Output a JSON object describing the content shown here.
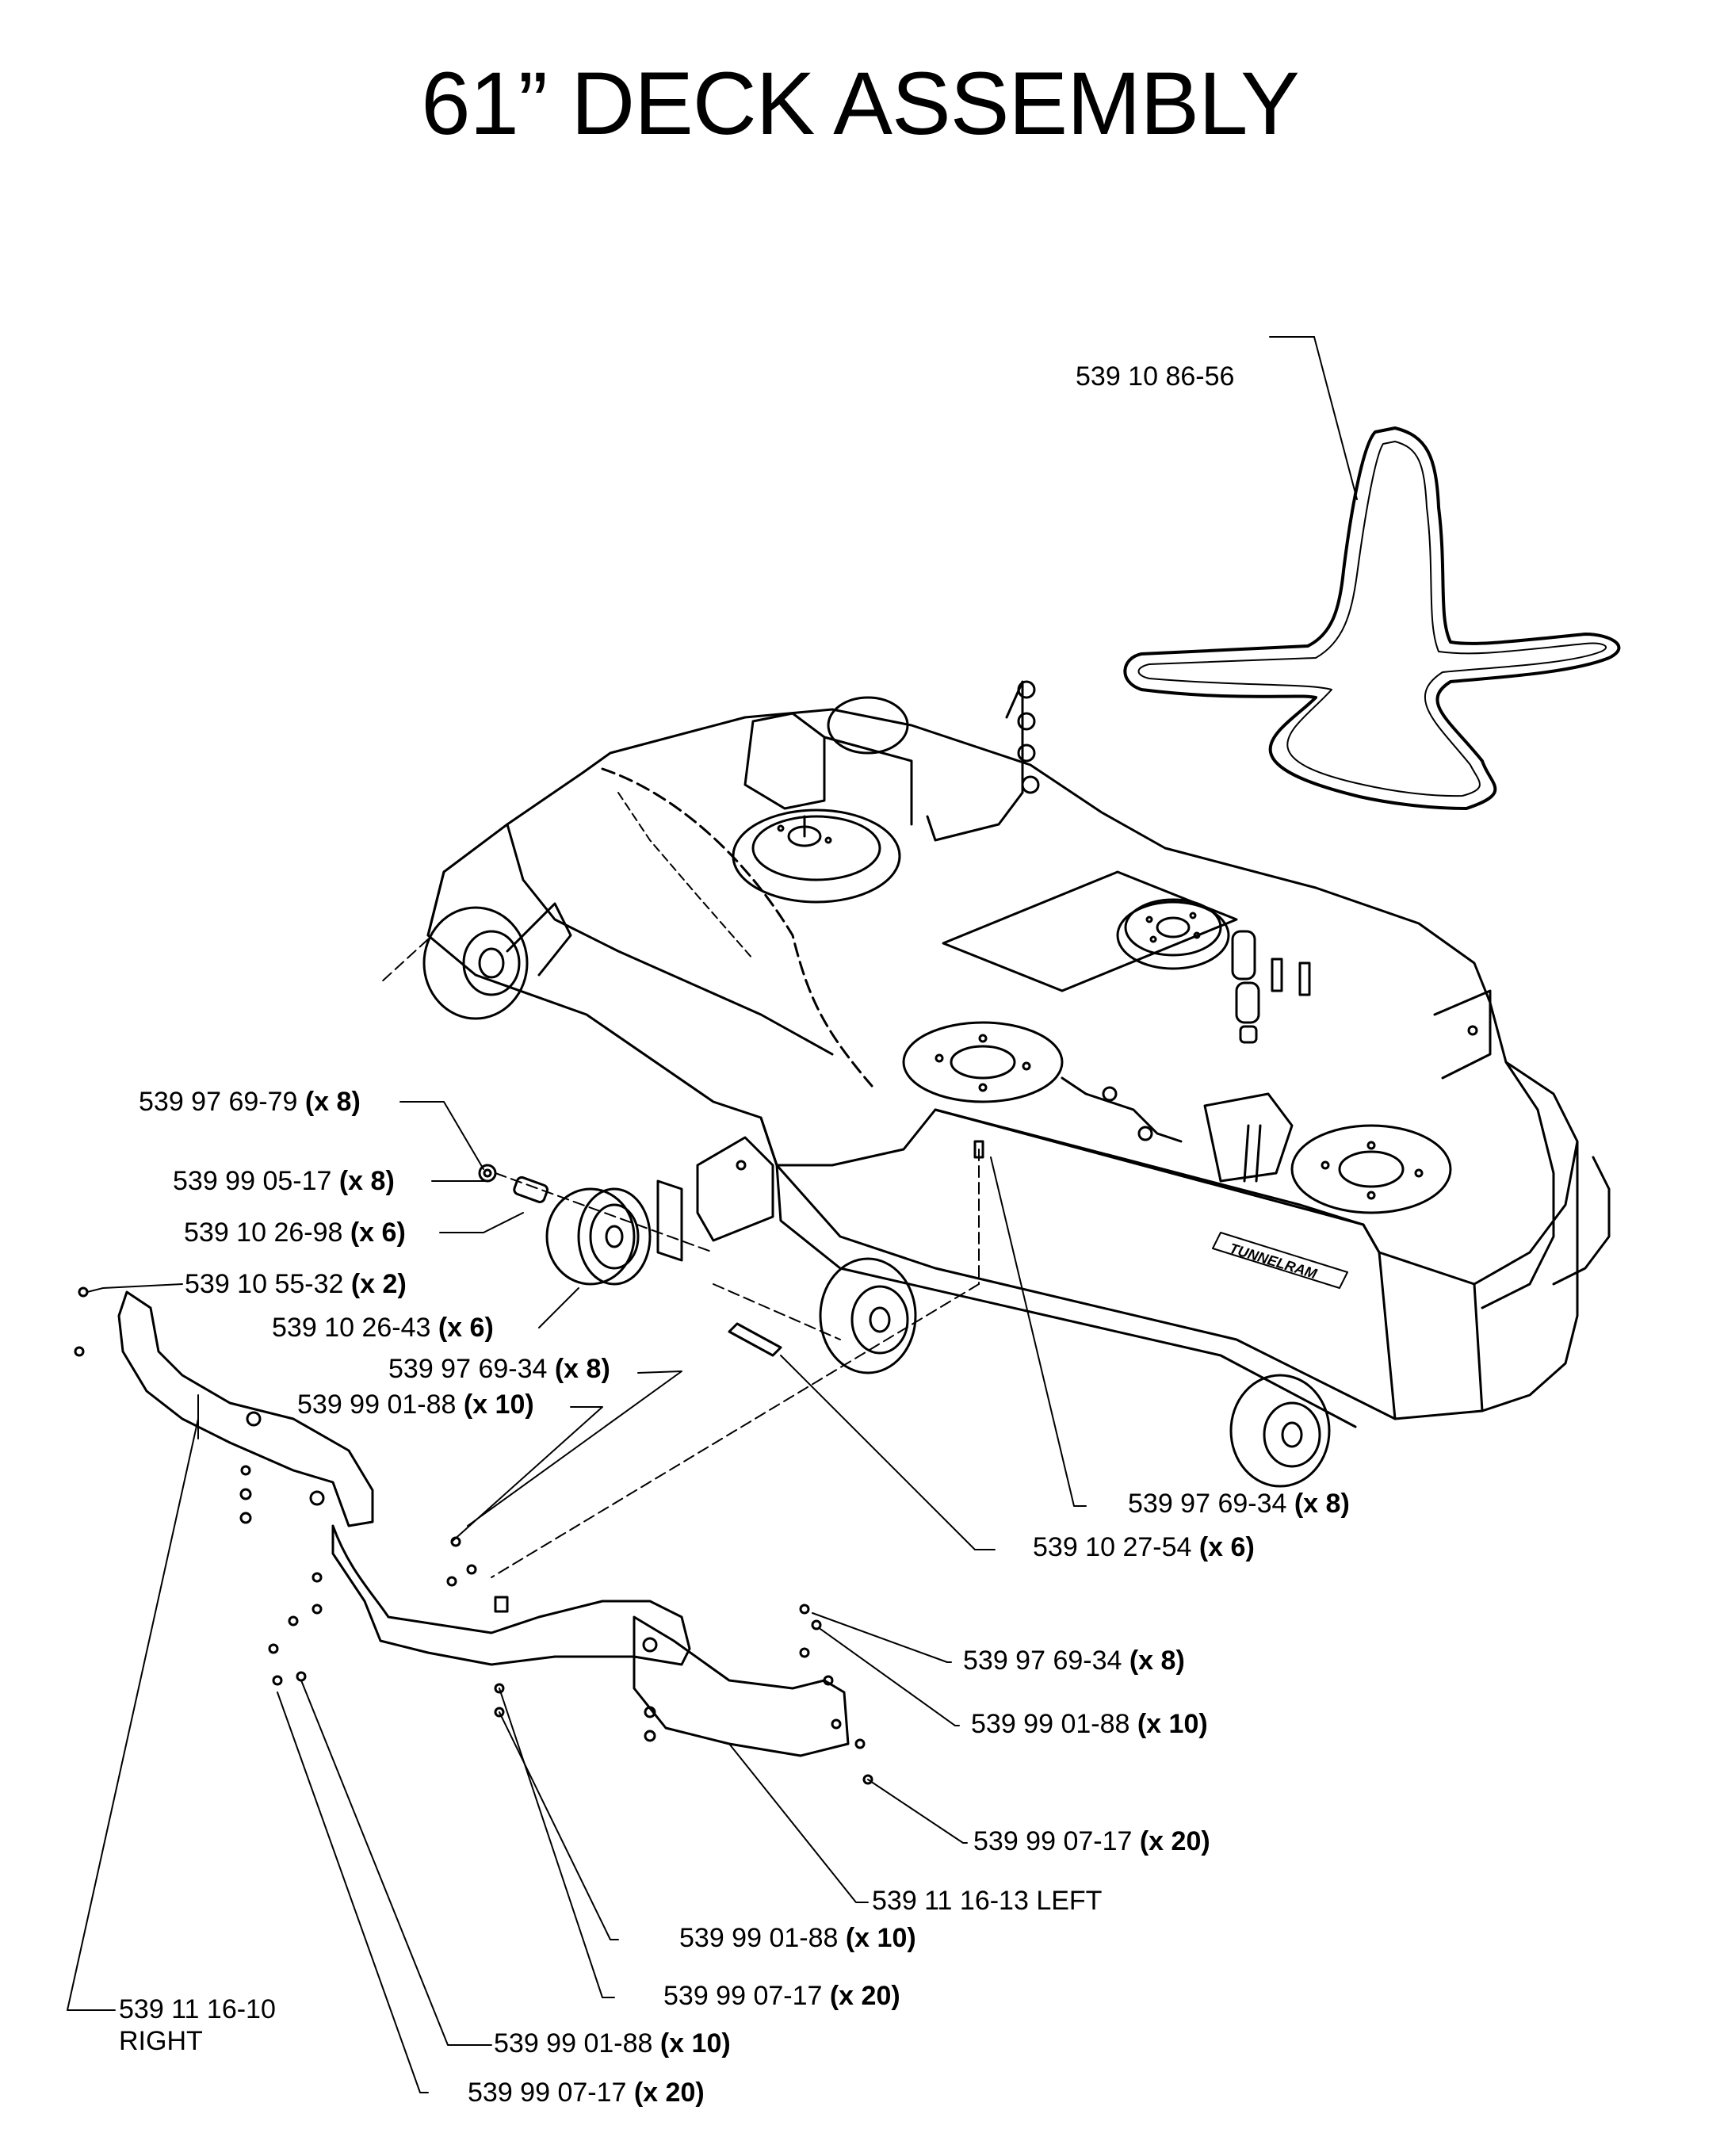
{
  "title": "61” DECK ASSEMBLY",
  "callouts": [
    {
      "part": "539 10 86-56",
      "qty": ""
    },
    {
      "part": "539 97 69-79",
      "qty": "(x 8)"
    },
    {
      "part": "539 99 05-17",
      "qty": "(x 8)"
    },
    {
      "part": "539 10 26-98",
      "qty": "(x 6)"
    },
    {
      "part": "539 10 55-32",
      "qty": "(x 2)"
    },
    {
      "part": "539 10 26-43",
      "qty": "(x 6)"
    },
    {
      "part": "539 97 69-34",
      "qty": "(x 8)"
    },
    {
      "part": "539 99 01-88",
      "qty": "(x 10)"
    },
    {
      "part": "539 97 69-34",
      "qty": "(x 8)"
    },
    {
      "part": "539 10 27-54",
      "qty": "(x 6)"
    },
    {
      "part": "539 97 69-34",
      "qty": "(x 8)"
    },
    {
      "part": "539 99 01-88",
      "qty": "(x 10)"
    },
    {
      "part": "539 99 07-17",
      "qty": "(x 20)"
    },
    {
      "part": "539 11 16-13 LEFT",
      "qty": ""
    },
    {
      "part": "539 99 01-88",
      "qty": "(x 10)"
    },
    {
      "part": "539 99 07-17",
      "qty": "(x 20)"
    },
    {
      "part": "539 11 16-10",
      "qty": "",
      "line2": "RIGHT"
    },
    {
      "part": "539 99 01-88",
      "qty": "(x 10)"
    },
    {
      "part": "539 99 07-17",
      "qty": "(x 20)"
    }
  ],
  "decal_text": "TUNNELRAM"
}
